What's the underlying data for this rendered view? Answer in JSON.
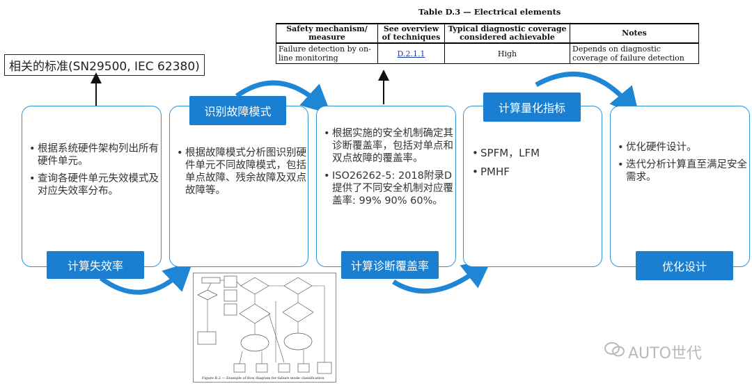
{
  "standards_label": "相关的标准(SN29500, IEC 62380)",
  "table": {
    "title": "Table D.3 — Electrical elements",
    "headers": [
      "Safety mechanism/ measure",
      "See overview of techniques",
      "Typical diagnostic coverage considered achievable",
      "Notes"
    ],
    "row": [
      "Failure detection by on-line monitoring",
      "D.2.1.1",
      "High",
      "Depends on diagnostic coverage of failure detection"
    ]
  },
  "steps": [
    {
      "label": "计算失效率",
      "bullets": [
        "根据系统硬件架构列出所有硬件单元。",
        "查询各硬件单元失效模式及对应失效率分布。"
      ]
    },
    {
      "label": "识别故障模式",
      "bullets": [
        "根据故障模式分析图识别硬件单元不同故障模式，包括单点故障、残余故障及双点故障等。"
      ]
    },
    {
      "label": "计算诊断覆盖率",
      "bullets": [
        "根据实施的安全机制确定其诊断覆盖率，包括对单点和双点故障的覆盖率。",
        "ISO26262-5: 2018附录D提供了不同安全机制对应覆盖率: 99% 90% 60%。"
      ]
    },
    {
      "label": "计算量化指标",
      "bullets": [
        "SPFM，LFM",
        "PMHF"
      ]
    },
    {
      "label": "优化设计",
      "bullets": [
        "优化硬件设计。",
        "迭代分析计算直至满足安全需求。"
      ]
    }
  ],
  "flowchart_caption": "Figure B.2 — Example of flow diagram for failure mode classification",
  "watermark": "AUTO世代",
  "colors": {
    "accent": "#1a7fd0",
    "card_border": "#2b8fd6",
    "arrow": "#1e86d4"
  }
}
